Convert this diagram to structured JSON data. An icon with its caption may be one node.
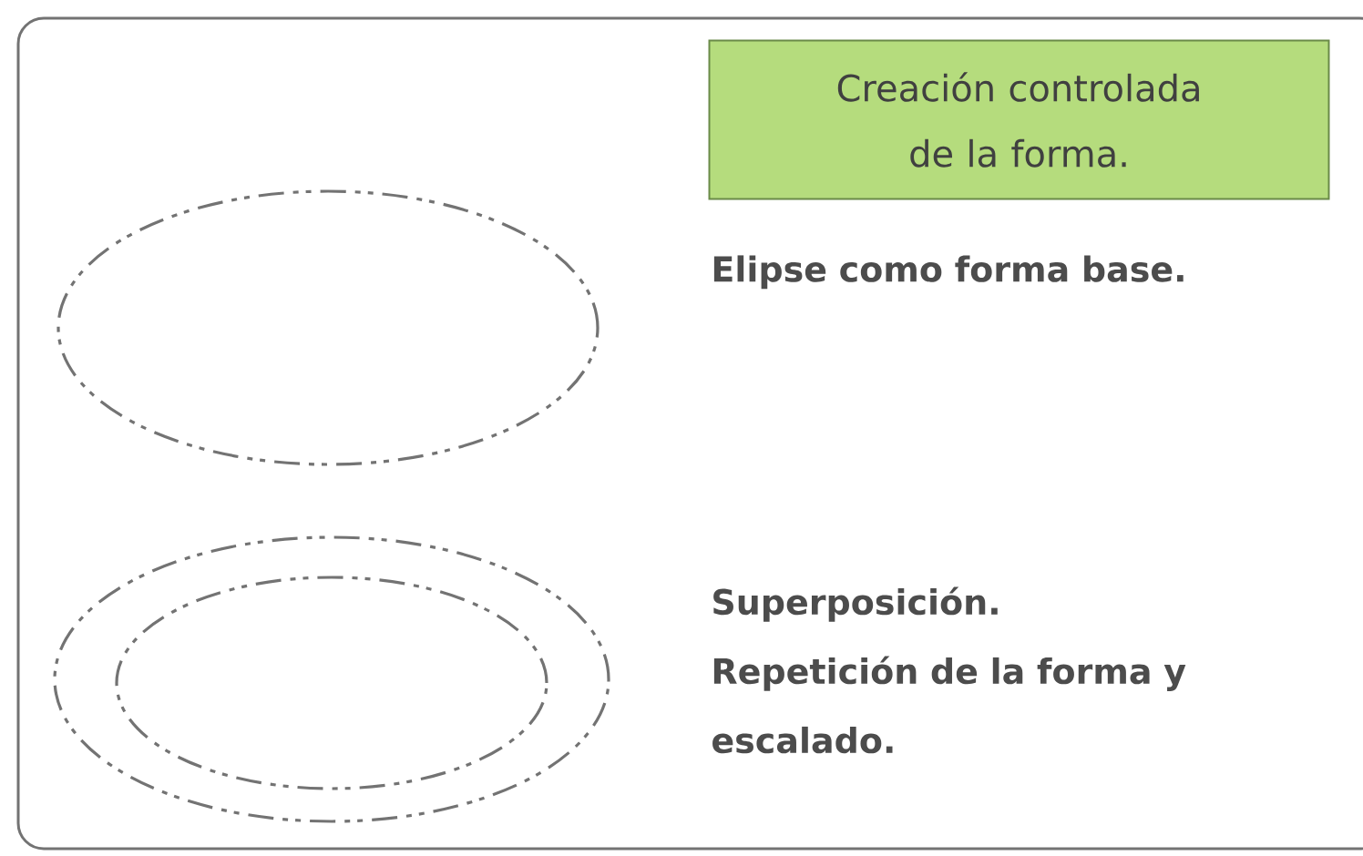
{
  "diagram": {
    "nodes": [
      {
        "text": [],
        "shape": "box"
      },
      {
        "text": [
          "Creación controlada de la forma."
        ],
        "in": 0
      }
    ],
    "labels": [
      "Elipse como forma base.",
      "Superposición.",
      "Repetición de la forma y escalado."
    ]
  }
}
